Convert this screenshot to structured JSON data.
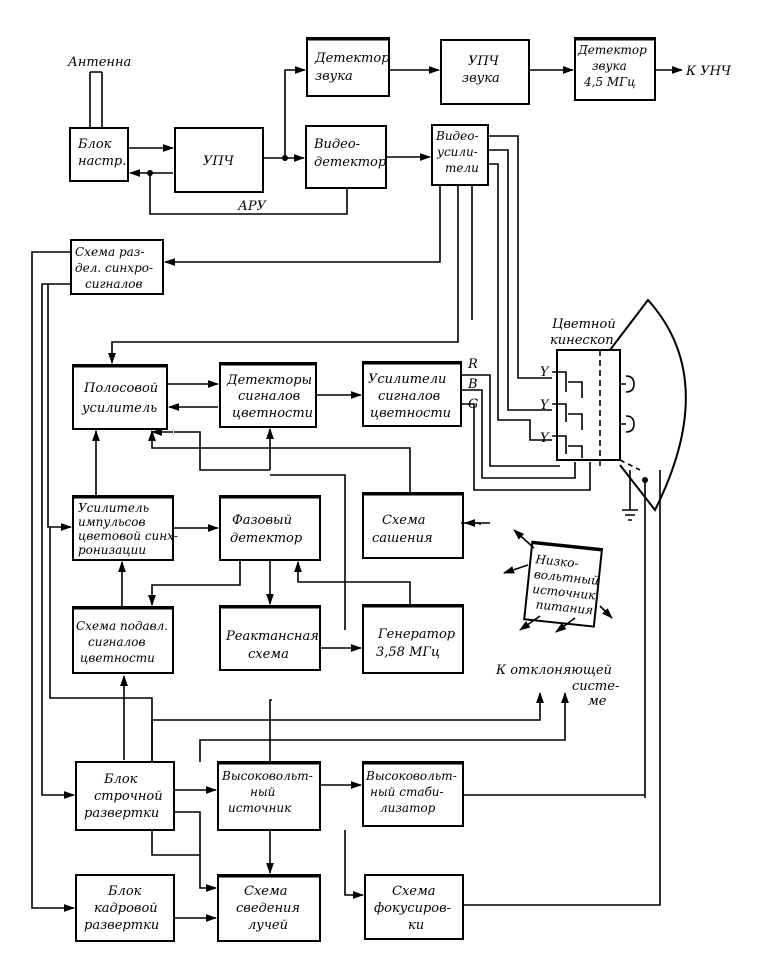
{
  "blocks": {
    "antenna": "Антенна",
    "tuner": [
      "Блок",
      "настр."
    ],
    "ipch": "УПЧ",
    "sound_detector": [
      "Детектор",
      "звука"
    ],
    "upch_sound": [
      "УПЧ",
      "звука"
    ],
    "sound_detector_45": [
      "Детектор",
      "звука",
      "4,5 МГц"
    ],
    "to_unch": "К УНЧ",
    "video_detector": [
      "Видео-",
      "детектор"
    ],
    "video_amps": [
      "Видео-",
      "усили-",
      "тели"
    ],
    "agc": "АРУ",
    "sync_separator": [
      "Схема раз-",
      "дел. синхро-",
      "сигналов"
    ],
    "color_kinescope": [
      "Цветной",
      "кинескоп"
    ],
    "bandpass_amp": [
      "Полосовой",
      "усилитель"
    ],
    "color_detectors": [
      "Детекторы",
      "сигналов",
      "цветности"
    ],
    "color_amps": [
      "Усилители",
      "сигналов",
      "цветности"
    ],
    "rgb": [
      "R",
      "B",
      "G"
    ],
    "y_labels": [
      "Y",
      "Y",
      "Y"
    ],
    "burst_amp": [
      "Усилитель",
      "импульсов",
      "цветовой синх-",
      "ронизации"
    ],
    "phase_detector": [
      "Фазовый",
      "детектор"
    ],
    "bias_circuit": [
      "Схема",
      "сашения"
    ],
    "lv_supply": [
      "Низко-",
      "вольтный",
      "источник",
      "питания"
    ],
    "killer": [
      "Схема подавл.",
      "сигналов",
      "цветности"
    ],
    "reactance": [
      "Реактансная",
      "схема"
    ],
    "oscillator": [
      "Генератор",
      "3,58 МГц"
    ],
    "to_deflection": [
      "К отклоняющей",
      "систе-",
      "ме"
    ],
    "hscan": [
      "Блок",
      "строчной",
      "развертки"
    ],
    "hv_supply": [
      "Высоковольт-",
      "ный",
      "источник"
    ],
    "hv_stabilizer": [
      "Высоковольт-",
      "ный стаби-",
      "лизатор"
    ],
    "vscan": [
      "Блок",
      "кадровой",
      "развертки"
    ],
    "convergence": [
      "Схема",
      "сведения",
      "лучей"
    ],
    "focus": [
      "Схема",
      "фокусиров-",
      "ки"
    ]
  }
}
